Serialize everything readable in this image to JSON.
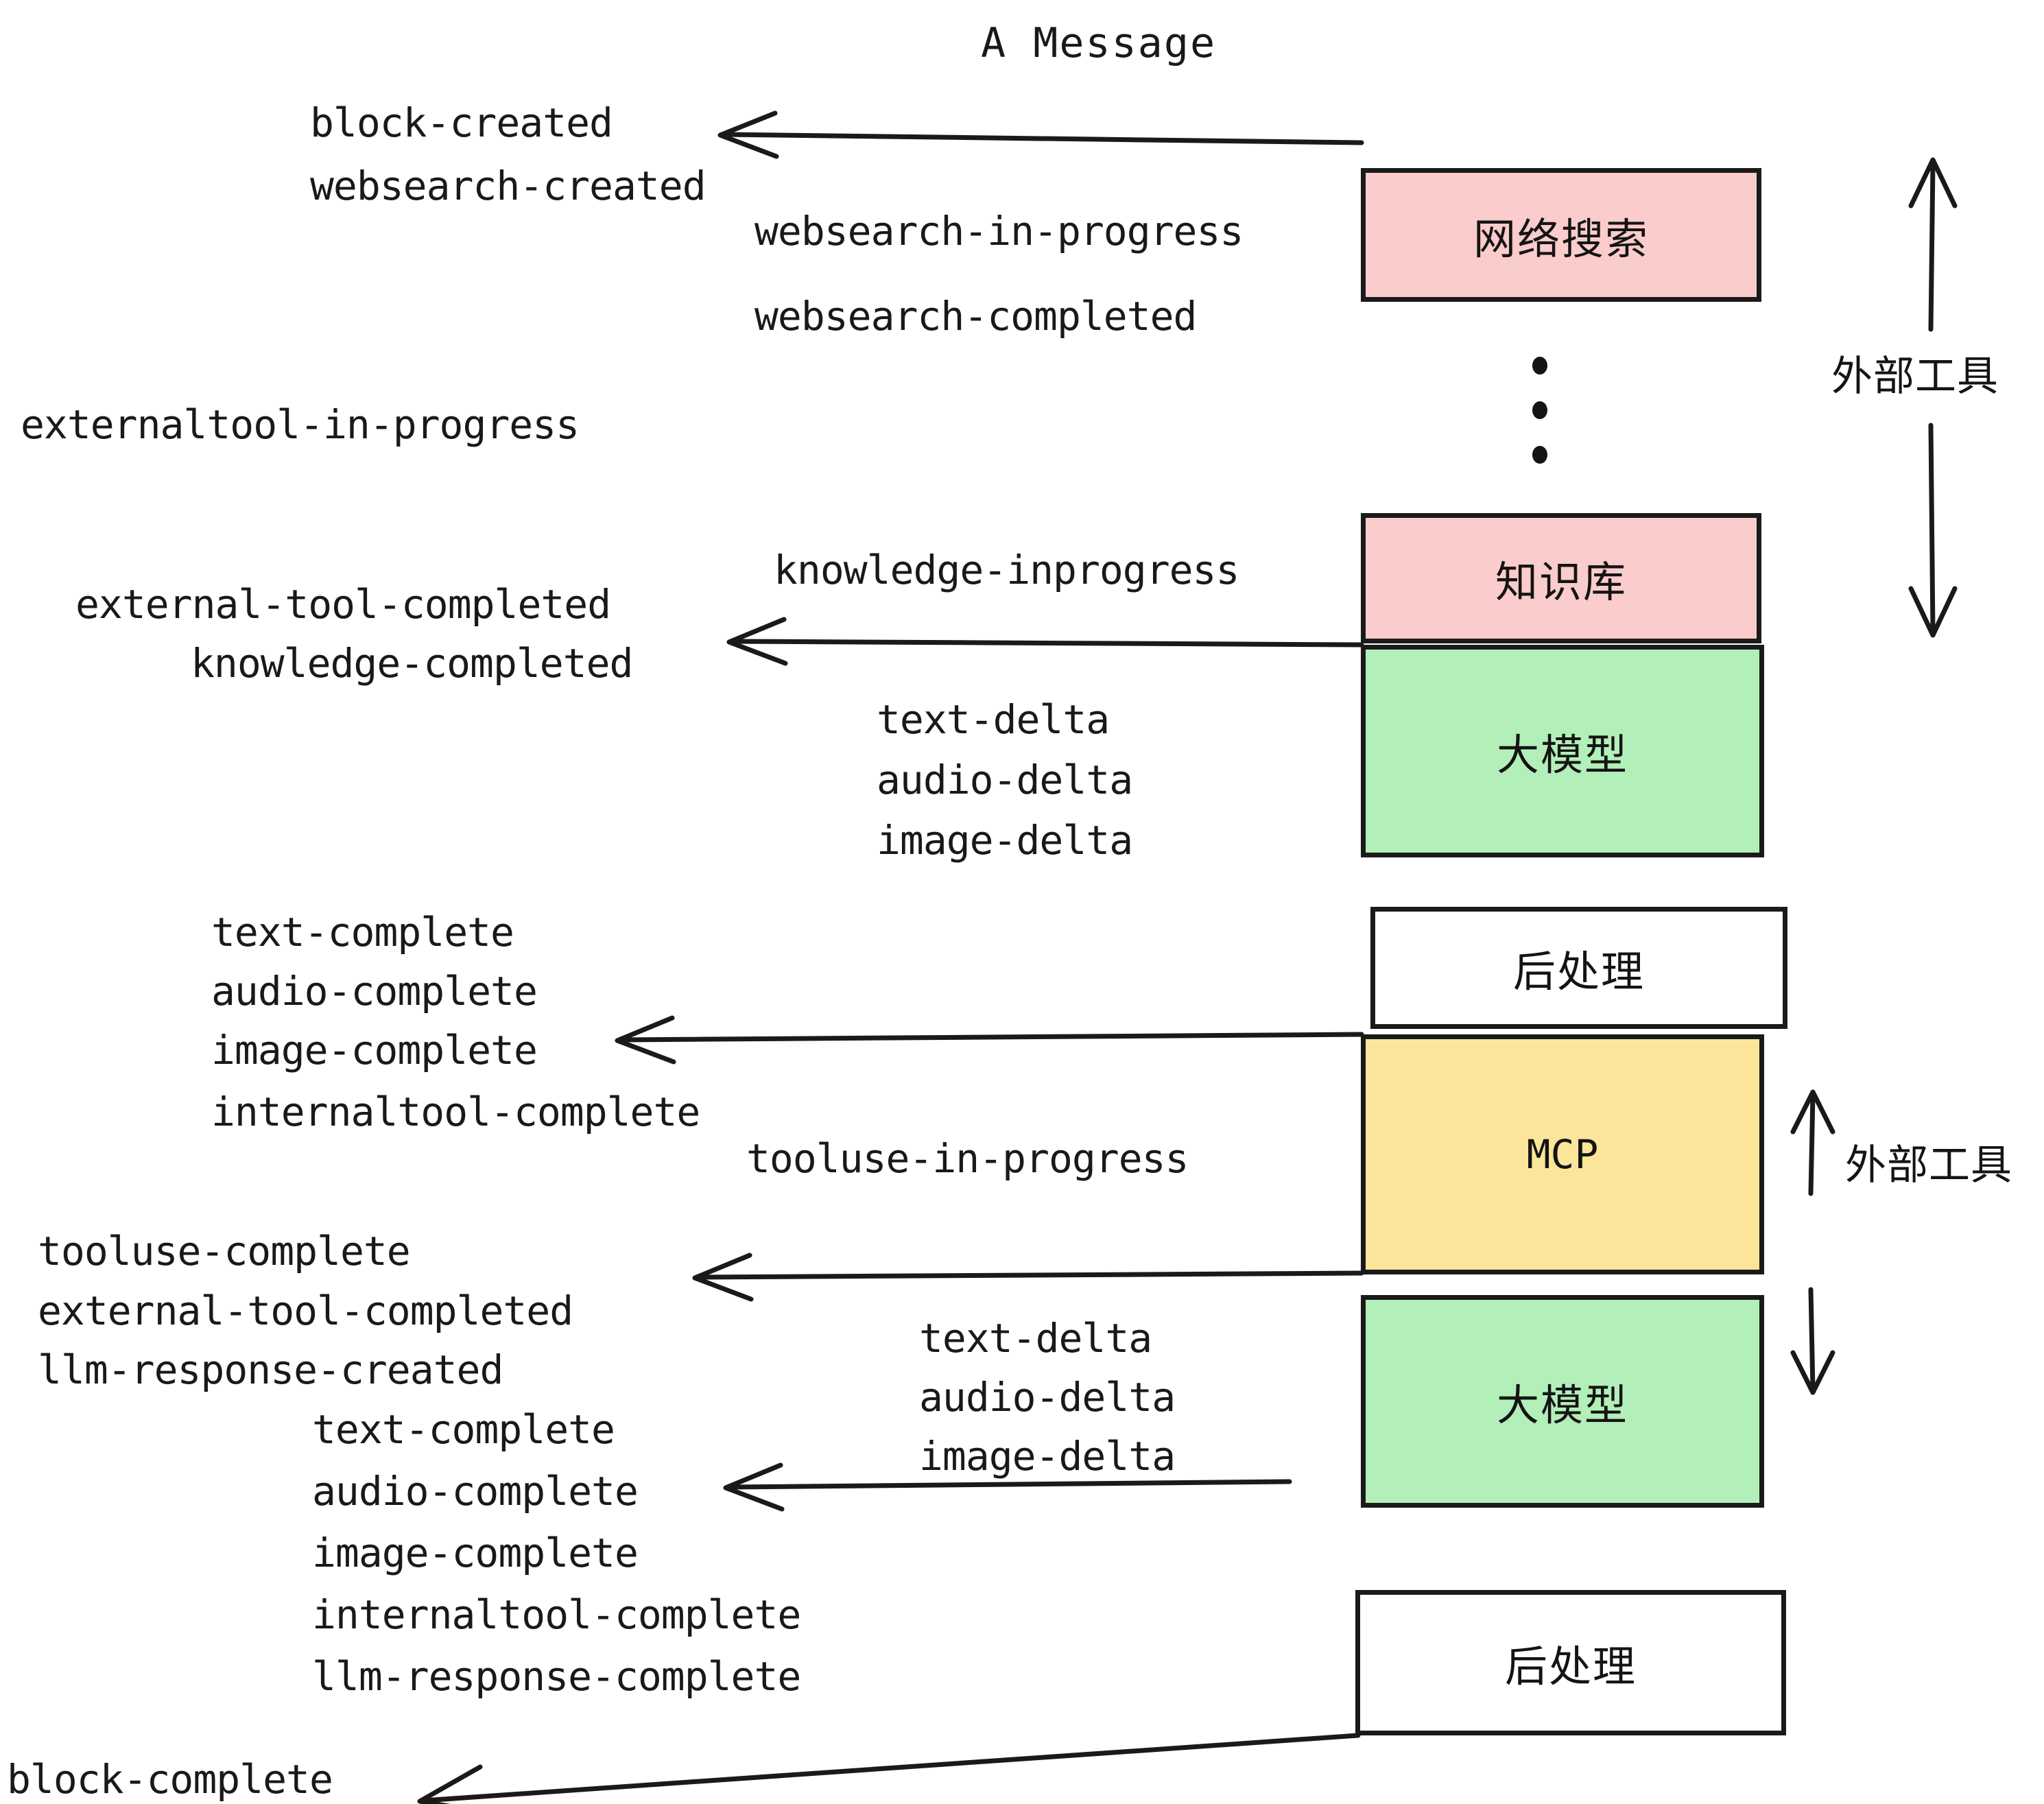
{
  "diagram": {
    "title": "A Message",
    "colors": {
      "pink": "#fbcccc",
      "green": "#b3efb9",
      "yellow": "#fae59a",
      "white": "#ffffff",
      "stroke": "#1a1a1a",
      "text": "#141414"
    },
    "boxes": [
      {
        "id": "websearch",
        "label": "网络搜索",
        "fill": "pink"
      },
      {
        "id": "knowledge",
        "label": "知识库",
        "fill": "pink"
      },
      {
        "id": "llm-1",
        "label": "大模型",
        "fill": "green"
      },
      {
        "id": "postprocess-1",
        "label": "后处理",
        "fill": "white"
      },
      {
        "id": "mcp",
        "label": "MCP",
        "fill": "yellow"
      },
      {
        "id": "llm-2",
        "label": "大模型",
        "fill": "green"
      },
      {
        "id": "postprocess-2",
        "label": "后处理",
        "fill": "white"
      }
    ],
    "side_labels": [
      {
        "id": "external-tools-top",
        "label": "外部工具"
      },
      {
        "id": "external-tools-bottom",
        "label": "外部工具"
      }
    ],
    "events": {
      "block_created": "block-created",
      "websearch_created": "websearch-created",
      "websearch_in_progress": "websearch-in-progress",
      "websearch_completed": "websearch-completed",
      "externaltool_in_progress": "externaltool-in-progress",
      "knowledge_inprogress": "knowledge-inprogress",
      "external_tool_completed_1": "external-tool-completed",
      "knowledge_completed": "knowledge-completed",
      "text_delta_1": "text-delta",
      "audio_delta_1": "audio-delta",
      "image_delta_1": "image-delta",
      "text_complete_1": "text-complete",
      "audio_complete_1": "audio-complete",
      "image_complete_1": "image-complete",
      "internaltool_complete_1": "internaltool-complete",
      "tooluse_in_progress": "tooluse-in-progress",
      "tooluse_complete": "tooluse-complete",
      "external_tool_completed_2": "external-tool-completed",
      "llm_response_created": "llm-response-created",
      "text_delta_2": "text-delta",
      "audio_delta_2": "audio-delta",
      "image_delta_2": "image-delta",
      "text_complete_2": "text-complete",
      "audio_complete_2": "audio-complete",
      "image_complete_2": "image-complete",
      "internaltool_complete_2": "internaltool-complete",
      "llm_response_complete": "llm-response-complete",
      "block_complete": "block-complete"
    }
  }
}
